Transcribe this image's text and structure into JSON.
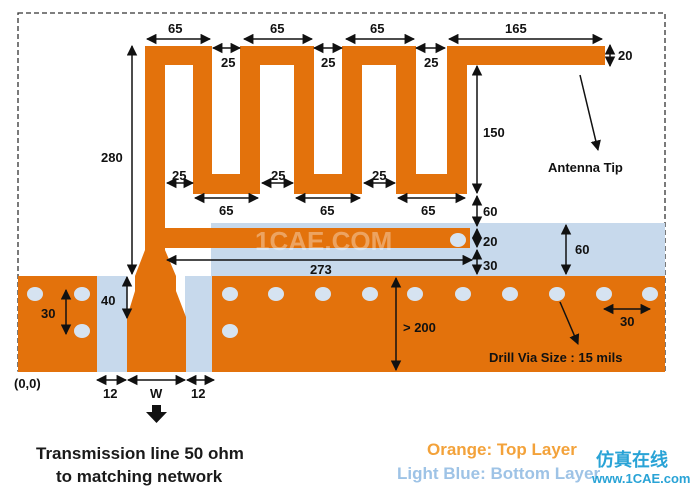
{
  "colors": {
    "top_layer": "#e3720c",
    "bottom_layer": "#c7d9ec",
    "dim_line": "#111111",
    "via": "#d6e3f1"
  },
  "dimensions": {
    "top_seg_1": "65",
    "top_seg_2": "65",
    "top_seg_3": "65",
    "top_seg_4": "165",
    "top_gap_1": "25",
    "top_gap_2": "25",
    "top_gap_3": "25",
    "tip_width": "20",
    "meander_height": "150",
    "total_height": "280",
    "bottom_gap_1": "25",
    "bottom_gap_2": "25",
    "bottom_gap_3": "25",
    "bottom_seg_1": "65",
    "bottom_seg_2": "65",
    "bottom_seg_3": "65",
    "feed_gap": "60",
    "feed_width": "20",
    "clearance": "30",
    "bottom_clearance": "60",
    "feed_length": "273",
    "ground_height": "> 200",
    "taper_height": "40",
    "via_pitch_v": "30",
    "via_pitch_h": "30",
    "slot_left": "12",
    "line_width": "W",
    "slot_right": "12"
  },
  "annotations": {
    "antenna_tip": "Antenna Tip",
    "drill_via": "Drill Via Size : 15 mils",
    "origin": "(0,0)"
  },
  "captions": {
    "line1": "Transmission line 50 ohm",
    "line2": "to matching network"
  },
  "legend": {
    "top": "Orange: Top Layer",
    "bottom": "Light Blue: Bottom Layer"
  },
  "watermark": "1CAE.COM",
  "branding": {
    "cn": "仿真在线",
    "url": "www.1CAE.com"
  },
  "icons": {
    "down_arrow": "down-arrow-icon"
  }
}
